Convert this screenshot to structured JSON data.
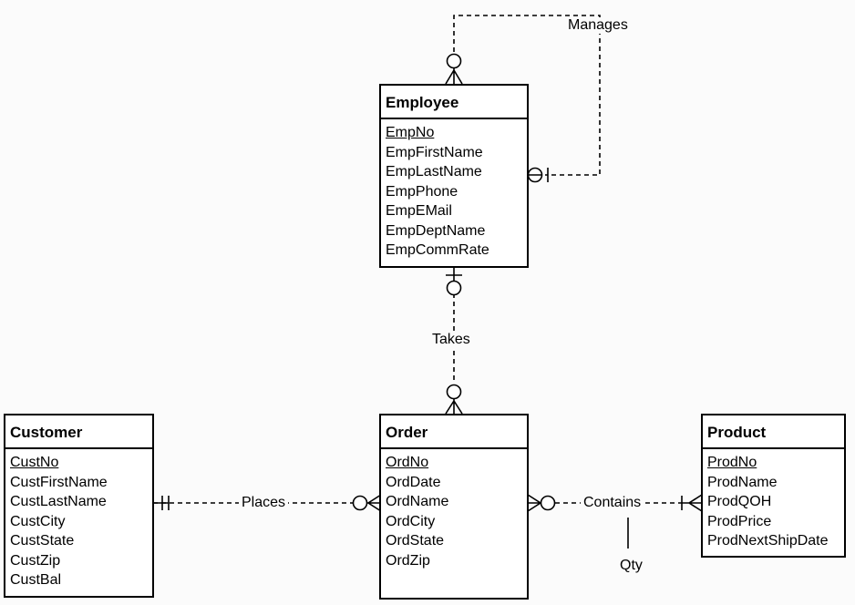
{
  "entities": {
    "employee": {
      "name": "Employee",
      "attributes": [
        "EmpNo",
        "EmpFirstName",
        "EmpLastName",
        "EmpPhone",
        "EmpEMail",
        "EmpDeptName",
        "EmpCommRate"
      ],
      "primary_key": "EmpNo"
    },
    "customer": {
      "name": "Customer",
      "attributes": [
        "CustNo",
        "CustFirstName",
        "CustLastName",
        "CustCity",
        "CustState",
        "CustZip",
        "CustBal"
      ],
      "primary_key": "CustNo"
    },
    "order": {
      "name": "Order",
      "attributes": [
        "OrdNo",
        "OrdDate",
        "OrdName",
        "OrdCity",
        "OrdState",
        "OrdZip"
      ],
      "primary_key": "OrdNo"
    },
    "product": {
      "name": "Product",
      "attributes": [
        "ProdNo",
        "ProdName",
        "ProdQOH",
        "ProdPrice",
        "ProdNextShipDate"
      ],
      "primary_key": "ProdNo"
    }
  },
  "relationships": {
    "manages": {
      "label": "Manages",
      "from": "Employee",
      "to": "Employee"
    },
    "takes": {
      "label": "Takes",
      "from": "Employee",
      "to": "Order"
    },
    "places": {
      "label": "Places",
      "from": "Customer",
      "to": "Order"
    },
    "contains": {
      "label": "Contains",
      "from": "Order",
      "to": "Product",
      "attribute": "Qty"
    }
  },
  "colors": {
    "line": "#000000",
    "box_fill": "#ffffff",
    "background": "#fbfbfb"
  }
}
